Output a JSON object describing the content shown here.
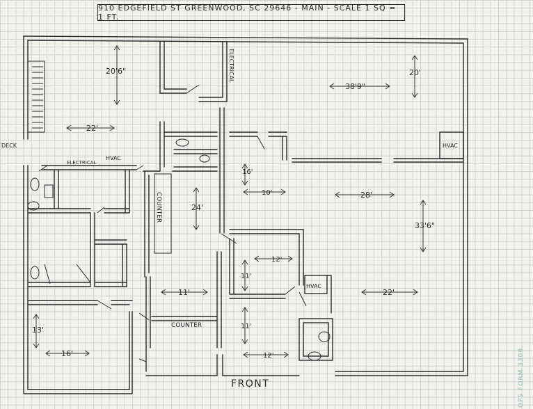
{
  "title": "910 EDGEFIELD ST   GREENWOOD, SC 29646 - MAIN -   SCALE   1 SQ = 1 FT.",
  "bottom_label": "FRONT",
  "side_label": "DECK",
  "form_stamp": "OPS FORM 3308",
  "room_labels": {
    "electrical_top": "ELECTRICAL",
    "electrical_left": "ELECTRICAL",
    "hvac_left": "HVAC",
    "hvac_right": "HVAC",
    "hvac_mid": "HVAC",
    "counter_vertical": "COUNTER",
    "counter_horizontal": "COUNTER"
  },
  "dimensions": {
    "d_20_6": "20'6\"",
    "d_22_top": "22'",
    "d_38_9": "38'9\"",
    "d_20": "20'",
    "d_16": "16'",
    "d_10": "10'",
    "d_24": "24'",
    "d_28": "28'",
    "d_33_6": "33'6\"",
    "d_12_a": "12'",
    "d_11_a": "11'",
    "d_11_left": "11'",
    "d_22_bottom": "22'",
    "d_13": "13'",
    "d_16_bottom": "16'",
    "d_11_b": "11'",
    "d_12_b": "12'"
  }
}
